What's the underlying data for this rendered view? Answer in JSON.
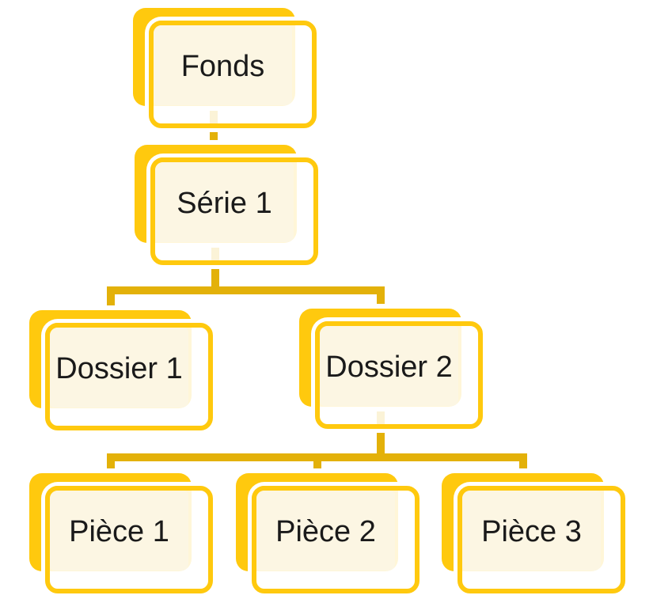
{
  "diagram": {
    "type": "hierarchy",
    "background": "#FFFFFF",
    "colors": {
      "card_yellow": "#FFC90E",
      "connector_gold": "#E3B109",
      "card_cream": "#FCF6E3",
      "stroke_white": "#FFFFFF",
      "text": "#1A1A1A"
    },
    "nodes": [
      {
        "id": "fonds",
        "label": "Fonds",
        "level": 1
      },
      {
        "id": "serie-1",
        "label": "Série 1",
        "level": 2
      },
      {
        "id": "dossier-1",
        "label": "Dossier 1",
        "level": 3
      },
      {
        "id": "dossier-2",
        "label": "Dossier 2",
        "level": 3
      },
      {
        "id": "piece-1",
        "label": "Pièce 1",
        "level": 4
      },
      {
        "id": "piece-2",
        "label": "Pièce 2",
        "level": 4
      },
      {
        "id": "piece-3",
        "label": "Pièce 3",
        "level": 4
      }
    ],
    "edges": [
      {
        "from": "fonds",
        "to": "serie-1"
      },
      {
        "from": "serie-1",
        "to": "dossier-1"
      },
      {
        "from": "serie-1",
        "to": "dossier-2"
      },
      {
        "from": "dossier-2",
        "to": "piece-1"
      },
      {
        "from": "dossier-2",
        "to": "piece-2"
      },
      {
        "from": "dossier-2",
        "to": "piece-3"
      }
    ]
  }
}
